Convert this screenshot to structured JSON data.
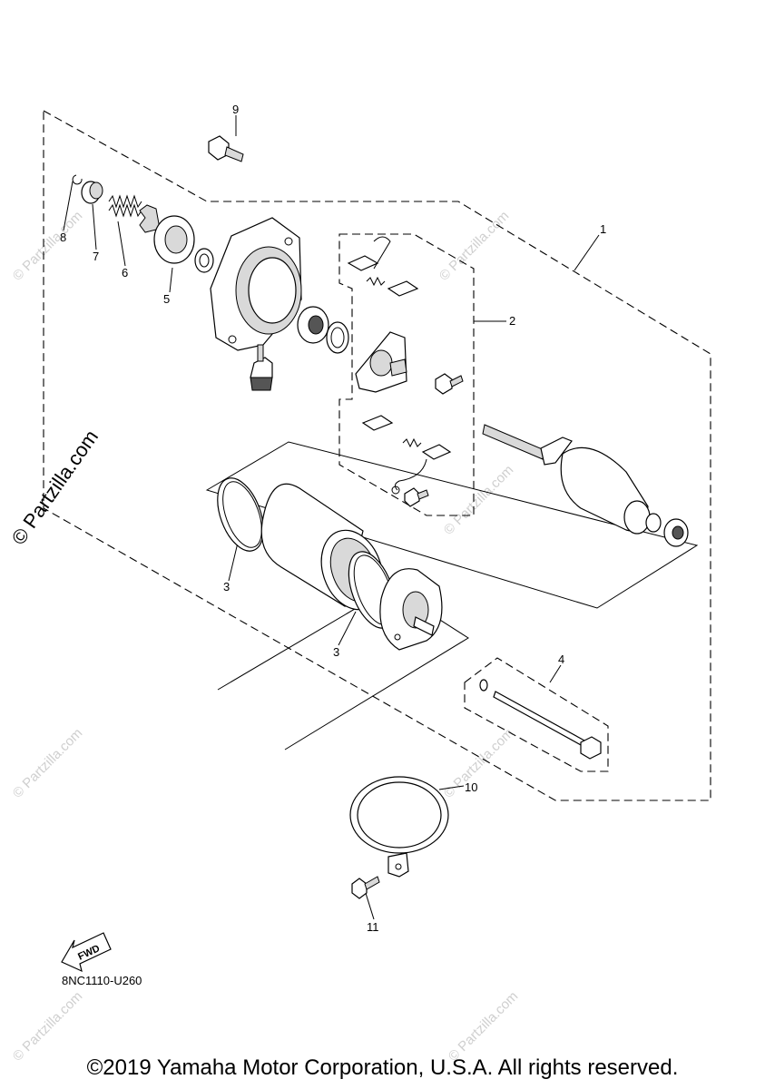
{
  "diagram": {
    "callouts": [
      {
        "id": "c1",
        "label": "1"
      },
      {
        "id": "c2",
        "label": "2"
      },
      {
        "id": "c3a",
        "label": "3"
      },
      {
        "id": "c3b",
        "label": "3"
      },
      {
        "id": "c4",
        "label": "4"
      },
      {
        "id": "c5",
        "label": "5"
      },
      {
        "id": "c6",
        "label": "6"
      },
      {
        "id": "c7",
        "label": "7"
      },
      {
        "id": "c8",
        "label": "8"
      },
      {
        "id": "c9",
        "label": "9"
      },
      {
        "id": "c10",
        "label": "10"
      },
      {
        "id": "c11",
        "label": "11"
      }
    ],
    "fwd_label": "FWD",
    "diagram_code": "8NC1110-U260",
    "copyright": "©2019 Yamaha Motor Corporation, U.S.A. All rights reserved.",
    "watermark_main": "© Partzilla.com",
    "watermark_small": "© Partzilla.com"
  }
}
